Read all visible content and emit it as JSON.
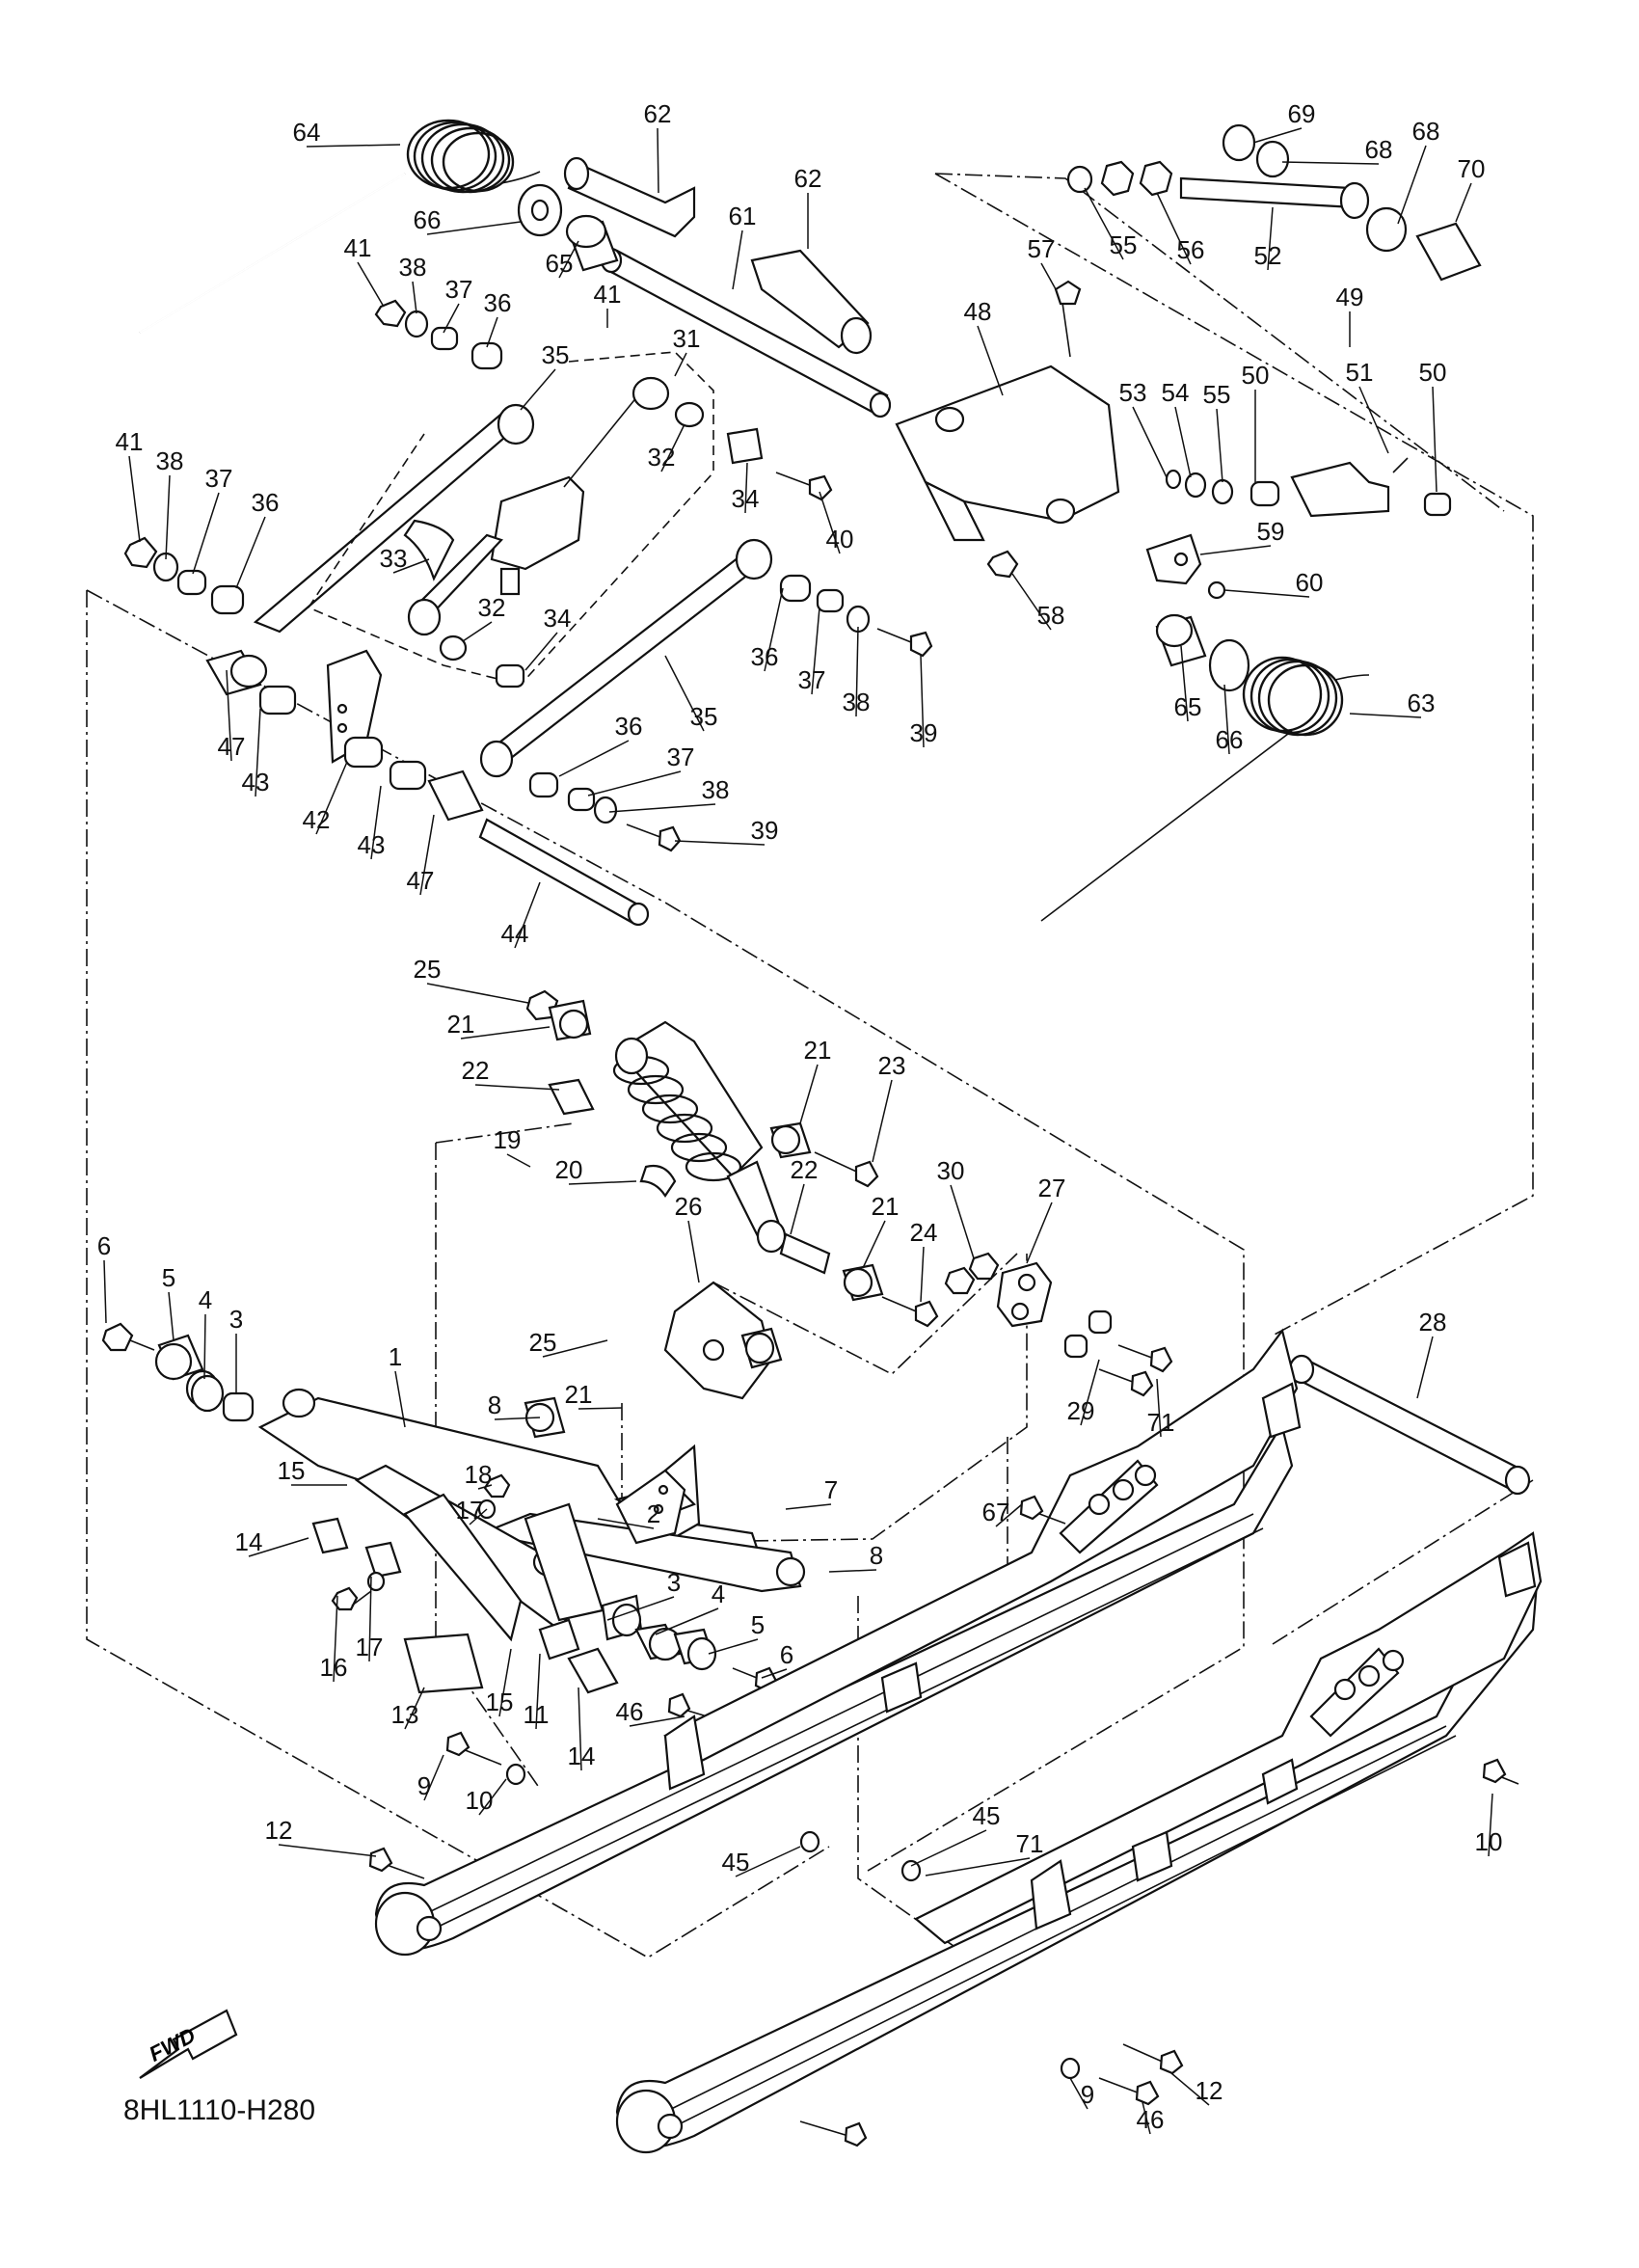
{
  "diagram": {
    "code": "8HL1110-H280",
    "fwd_label": "FWD",
    "labels": [
      "64",
      "62",
      "62",
      "61",
      "66",
      "65",
      "41",
      "38",
      "37",
      "36",
      "35",
      "31",
      "41",
      "32",
      "34",
      "40",
      "33",
      "32",
      "34",
      "41",
      "38",
      "37",
      "36",
      "36",
      "37",
      "38",
      "39",
      "35",
      "36",
      "37",
      "38",
      "39",
      "47",
      "43",
      "42",
      "43",
      "47",
      "44",
      "57",
      "48",
      "53",
      "54",
      "55",
      "50",
      "51",
      "50",
      "49",
      "69",
      "68",
      "68",
      "70",
      "55",
      "56",
      "52",
      "59",
      "60",
      "58",
      "65",
      "66",
      "63",
      "25",
      "21",
      "22",
      "19",
      "20",
      "21",
      "23",
      "22",
      "21",
      "24",
      "26",
      "30",
      "27",
      "25",
      "21",
      "8",
      "18",
      "17",
      "7",
      "8",
      "6",
      "5",
      "4",
      "3",
      "1",
      "15",
      "14",
      "16",
      "17",
      "13",
      "15",
      "11",
      "14",
      "2",
      "3",
      "4",
      "5",
      "6",
      "46",
      "9",
      "10",
      "12",
      "45",
      "45",
      "71",
      "67",
      "28",
      "29",
      "71",
      "10",
      "9",
      "46",
      "12"
    ]
  }
}
